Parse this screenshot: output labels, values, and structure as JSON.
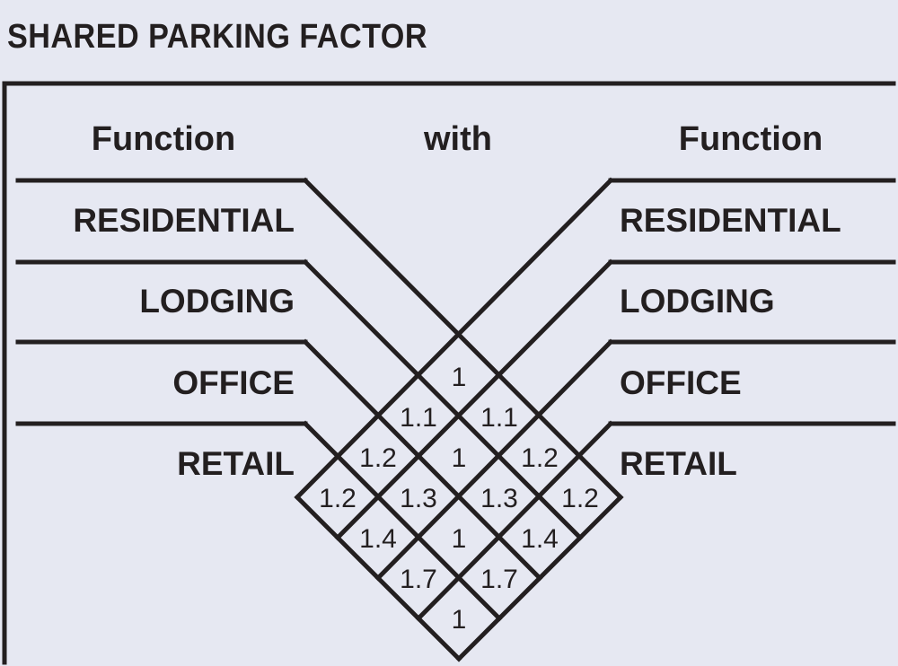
{
  "title": "SHARED PARKING FACTOR",
  "headers": {
    "left": "Function",
    "middle": "with",
    "right": "Function"
  },
  "functions": [
    "RESIDENTIAL",
    "LODGING",
    "OFFICE",
    "RETAIL"
  ],
  "factor_matrix": [
    [
      1,
      1.1,
      1.2,
      1.2
    ],
    [
      1.1,
      1,
      1.3,
      1.4
    ],
    [
      1.2,
      1.3,
      1,
      1.7
    ],
    [
      1.2,
      1.4,
      1.7,
      1
    ]
  ],
  "colors": {
    "background": "#e6e8f2",
    "ink": "#231f20"
  }
}
